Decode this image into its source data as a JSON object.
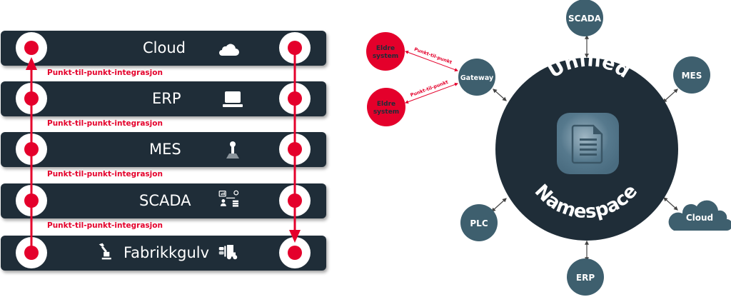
{
  "colors": {
    "bar": "#1f2d38",
    "accent_red": "#e4002b",
    "node": "#3e5f6e",
    "hub": "#1f2d38"
  },
  "left_diagram": {
    "layers": [
      {
        "label": "Cloud",
        "icon": "cloud-icon"
      },
      {
        "label": "ERP",
        "icon": "laptop-icon"
      },
      {
        "label": "MES",
        "icon": "joystick-icon"
      },
      {
        "label": "SCADA",
        "icon": "scada-dashboard-icon"
      },
      {
        "label": "Fabrikkgulv",
        "icon": "robot-arm-icon",
        "icon_right": "forklift-icon"
      }
    ],
    "connector_labels": [
      "Punkt-til-punkt-integrasjon",
      "Punkt-til-punkt-integrasjon",
      "Punkt-til-punkt-integrasjon",
      "Punkt-til-punkt-integrasjon"
    ]
  },
  "right_diagram": {
    "hub": {
      "title_top": "Unified",
      "title_bottom": "Namespace",
      "icon": "document-icon"
    },
    "nodes": [
      {
        "label": "SCADA"
      },
      {
        "label": "MES"
      },
      {
        "label": "Cloud"
      },
      {
        "label": "ERP"
      },
      {
        "label": "PLC"
      },
      {
        "label": "Gateway"
      }
    ],
    "legacy_systems": [
      {
        "line1": "Eldre",
        "line2": "system"
      },
      {
        "line1": "Eldre",
        "line2": "system"
      }
    ],
    "legacy_link_labels": [
      "Punkt-til-punkt",
      "Punkt-til-punkt"
    ]
  }
}
